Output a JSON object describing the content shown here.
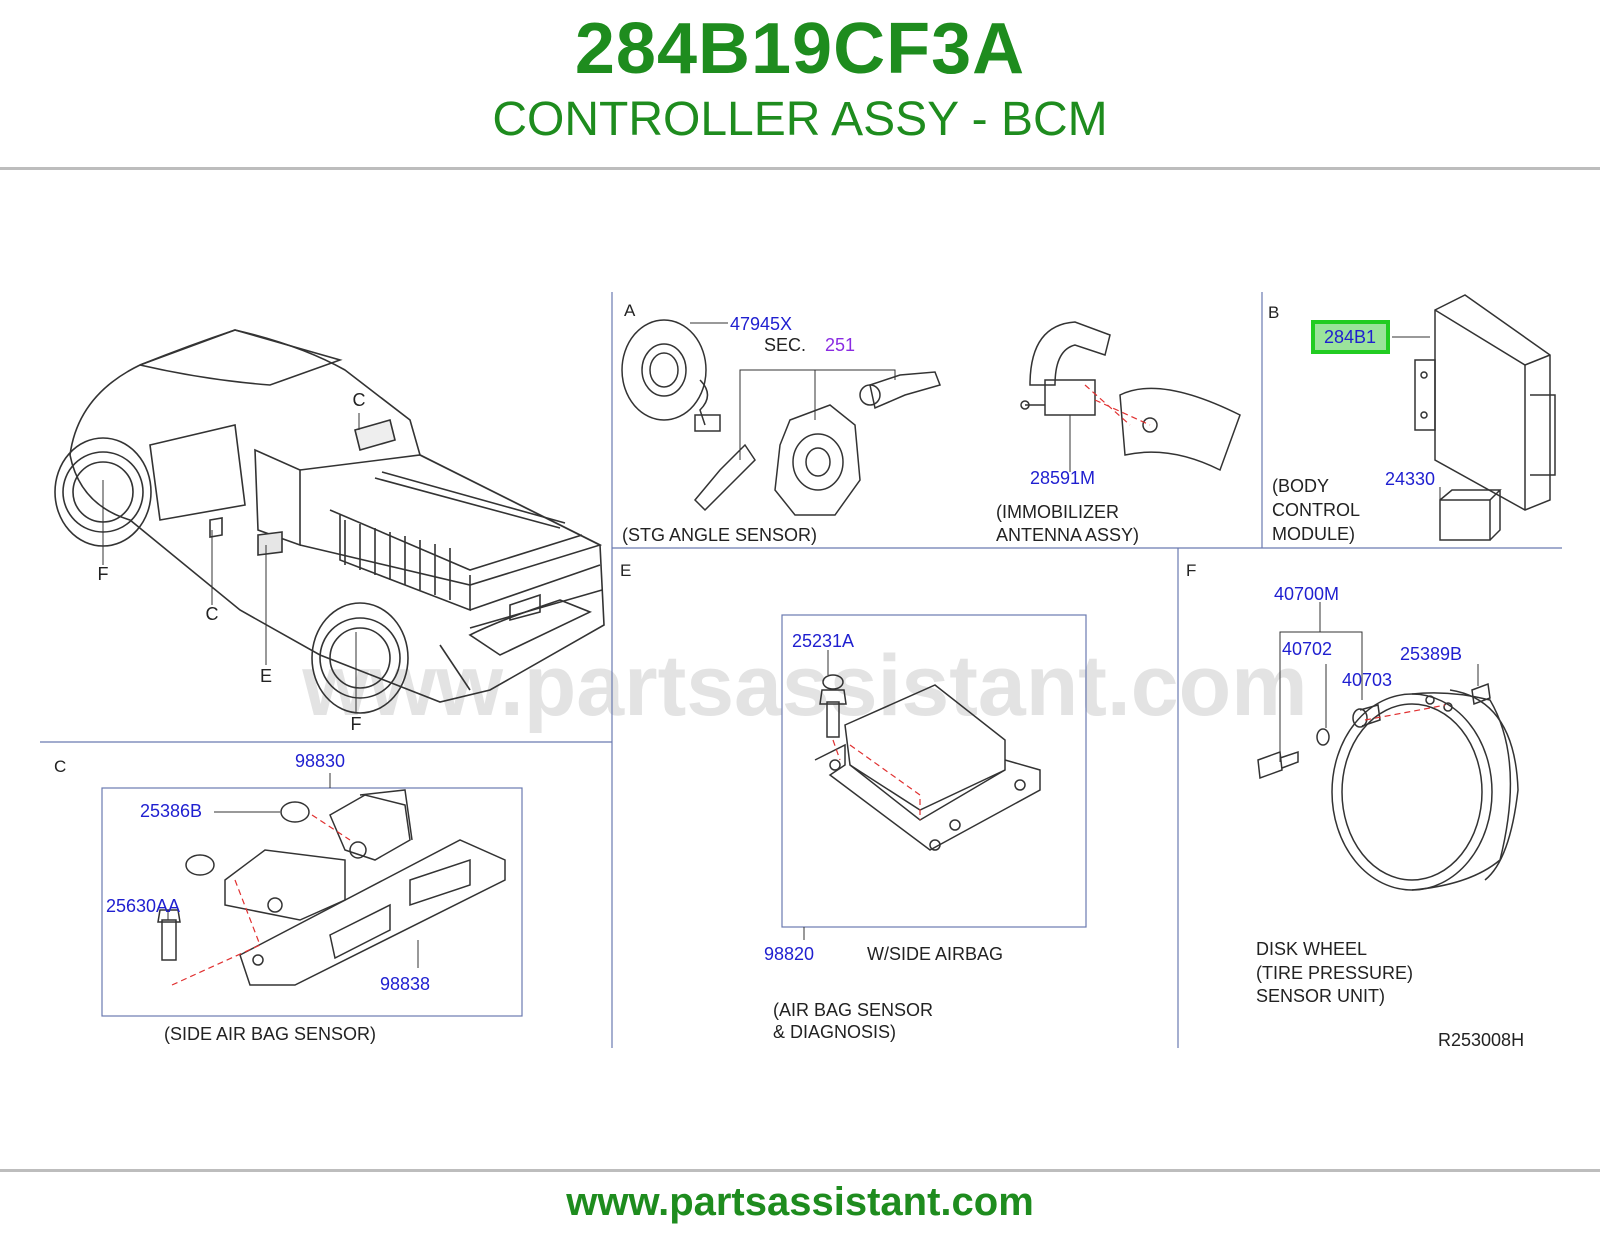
{
  "header": {
    "part_number": "284B19CF3A",
    "part_name": "CONTROLLER ASSY - BCM"
  },
  "footer": {
    "url": "www.partsassistant.com"
  },
  "watermark": "www.partsassistant.com",
  "colors": {
    "title_green": "#1e8c1e",
    "callout_blue": "#1f1fd0",
    "sec_purple": "#8a2be2",
    "highlight_green": "#22cc22",
    "highlight_fill": "#9be39b",
    "leader_red": "#e03030"
  },
  "diagram": {
    "truck": {
      "callouts": [
        "C",
        "C",
        "F",
        "E",
        "F"
      ]
    },
    "section_a": {
      "letter": "A",
      "parts": {
        "p1": "47945X",
        "sec_prefix": "SEC.",
        "sec_ref": "251",
        "p2": "28591M"
      },
      "captions": {
        "stg": "(STG   ANGLE   SENSOR)",
        "immo_1": "(IMMOBILIZER",
        "immo_2": "ANTENNA   ASSY)"
      }
    },
    "section_b": {
      "letter": "B",
      "parts": {
        "highlighted": "284B1",
        "p2": "24330"
      },
      "caption_lines": [
        "(BODY",
        "CONTROL",
        "MODULE)"
      ]
    },
    "section_c": {
      "letter": "C",
      "parts": {
        "p1": "98830",
        "p2": "25386B",
        "p3": "25630AA",
        "p4": "98838"
      },
      "caption": "(SIDE   AIR   BAG   SENSOR)"
    },
    "section_e": {
      "letter": "E",
      "parts": {
        "p1": "25231A",
        "p2": "98820"
      },
      "note": "W/SIDE   AIRBAG",
      "caption_lines": [
        "(AIR   BAG   SENSOR",
        "&   DIAGNOSIS)"
      ]
    },
    "section_f": {
      "letter": "F",
      "parts": {
        "p1": "40700M",
        "p2": "40702",
        "p3": "40703",
        "p4": "25389B"
      },
      "caption_lines": [
        "DISK   WHEEL",
        "(TIRE   PRESSURE)",
        "SENSOR   UNIT)"
      ]
    },
    "ref_code": "R253008H"
  }
}
